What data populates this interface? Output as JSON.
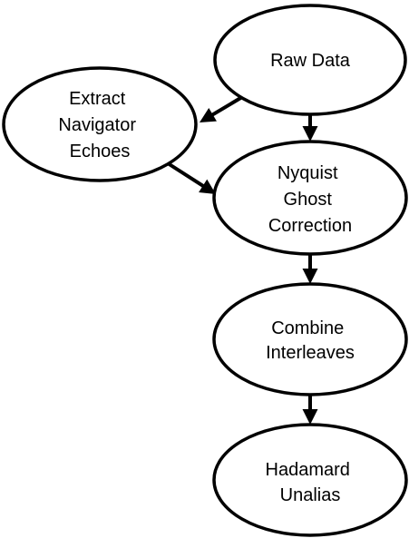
{
  "nodes": [
    {
      "id": "raw-data",
      "lines": [
        "Raw Data"
      ]
    },
    {
      "id": "extract-navigator-echoes",
      "lines": [
        "Extract",
        "Navigator",
        "Echoes"
      ]
    },
    {
      "id": "nyquist-ghost-correction",
      "lines": [
        "Nyquist",
        "Ghost",
        "Correction"
      ]
    },
    {
      "id": "combine-interleaves",
      "lines": [
        "Combine",
        "Interleaves"
      ]
    },
    {
      "id": "hadamard-unalias",
      "lines": [
        "Hadamard",
        "Unalias"
      ]
    }
  ],
  "edges": [
    {
      "from": "raw-data",
      "to": "extract-navigator-echoes"
    },
    {
      "from": "raw-data",
      "to": "nyquist-ghost-correction"
    },
    {
      "from": "extract-navigator-echoes",
      "to": "nyquist-ghost-correction"
    },
    {
      "from": "nyquist-ghost-correction",
      "to": "combine-interleaves"
    },
    {
      "from": "combine-interleaves",
      "to": "hadamard-unalias"
    }
  ]
}
